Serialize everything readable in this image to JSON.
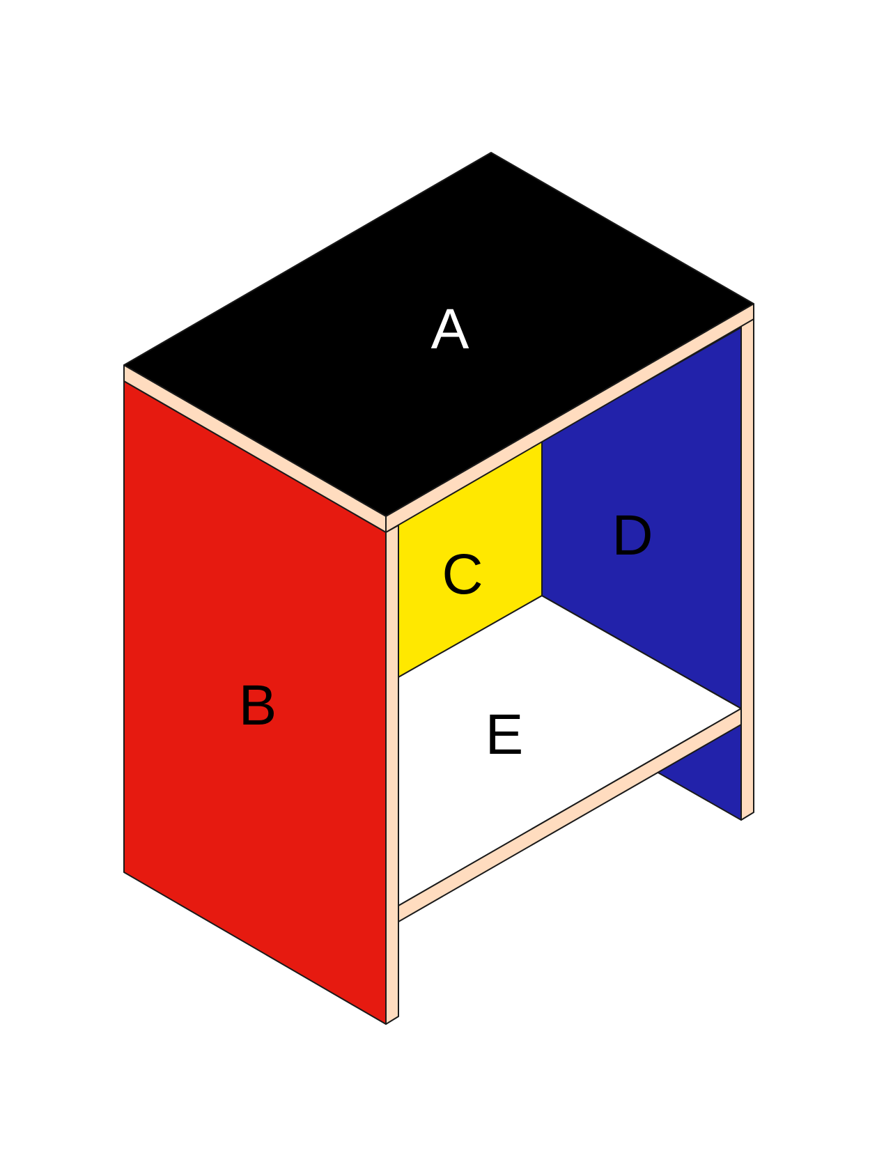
{
  "diagram": {
    "colors": {
      "background": "#ffffff",
      "edge": "#ffdcbf",
      "outline": "#1a1a1a"
    },
    "panels": [
      {
        "id": "A",
        "label": "A",
        "color": "#000000",
        "label_color": "#ffffff"
      },
      {
        "id": "B",
        "label": "B",
        "color": "#e61a10",
        "label_color": "#000000"
      },
      {
        "id": "C",
        "label": "C",
        "color": "#ffe800",
        "label_color": "#000000"
      },
      {
        "id": "D",
        "label": "D",
        "color": "#2222aa",
        "label_color": "#000000"
      },
      {
        "id": "E",
        "label": "E",
        "color": "#ffffff",
        "label_color": "#000000"
      }
    ]
  }
}
